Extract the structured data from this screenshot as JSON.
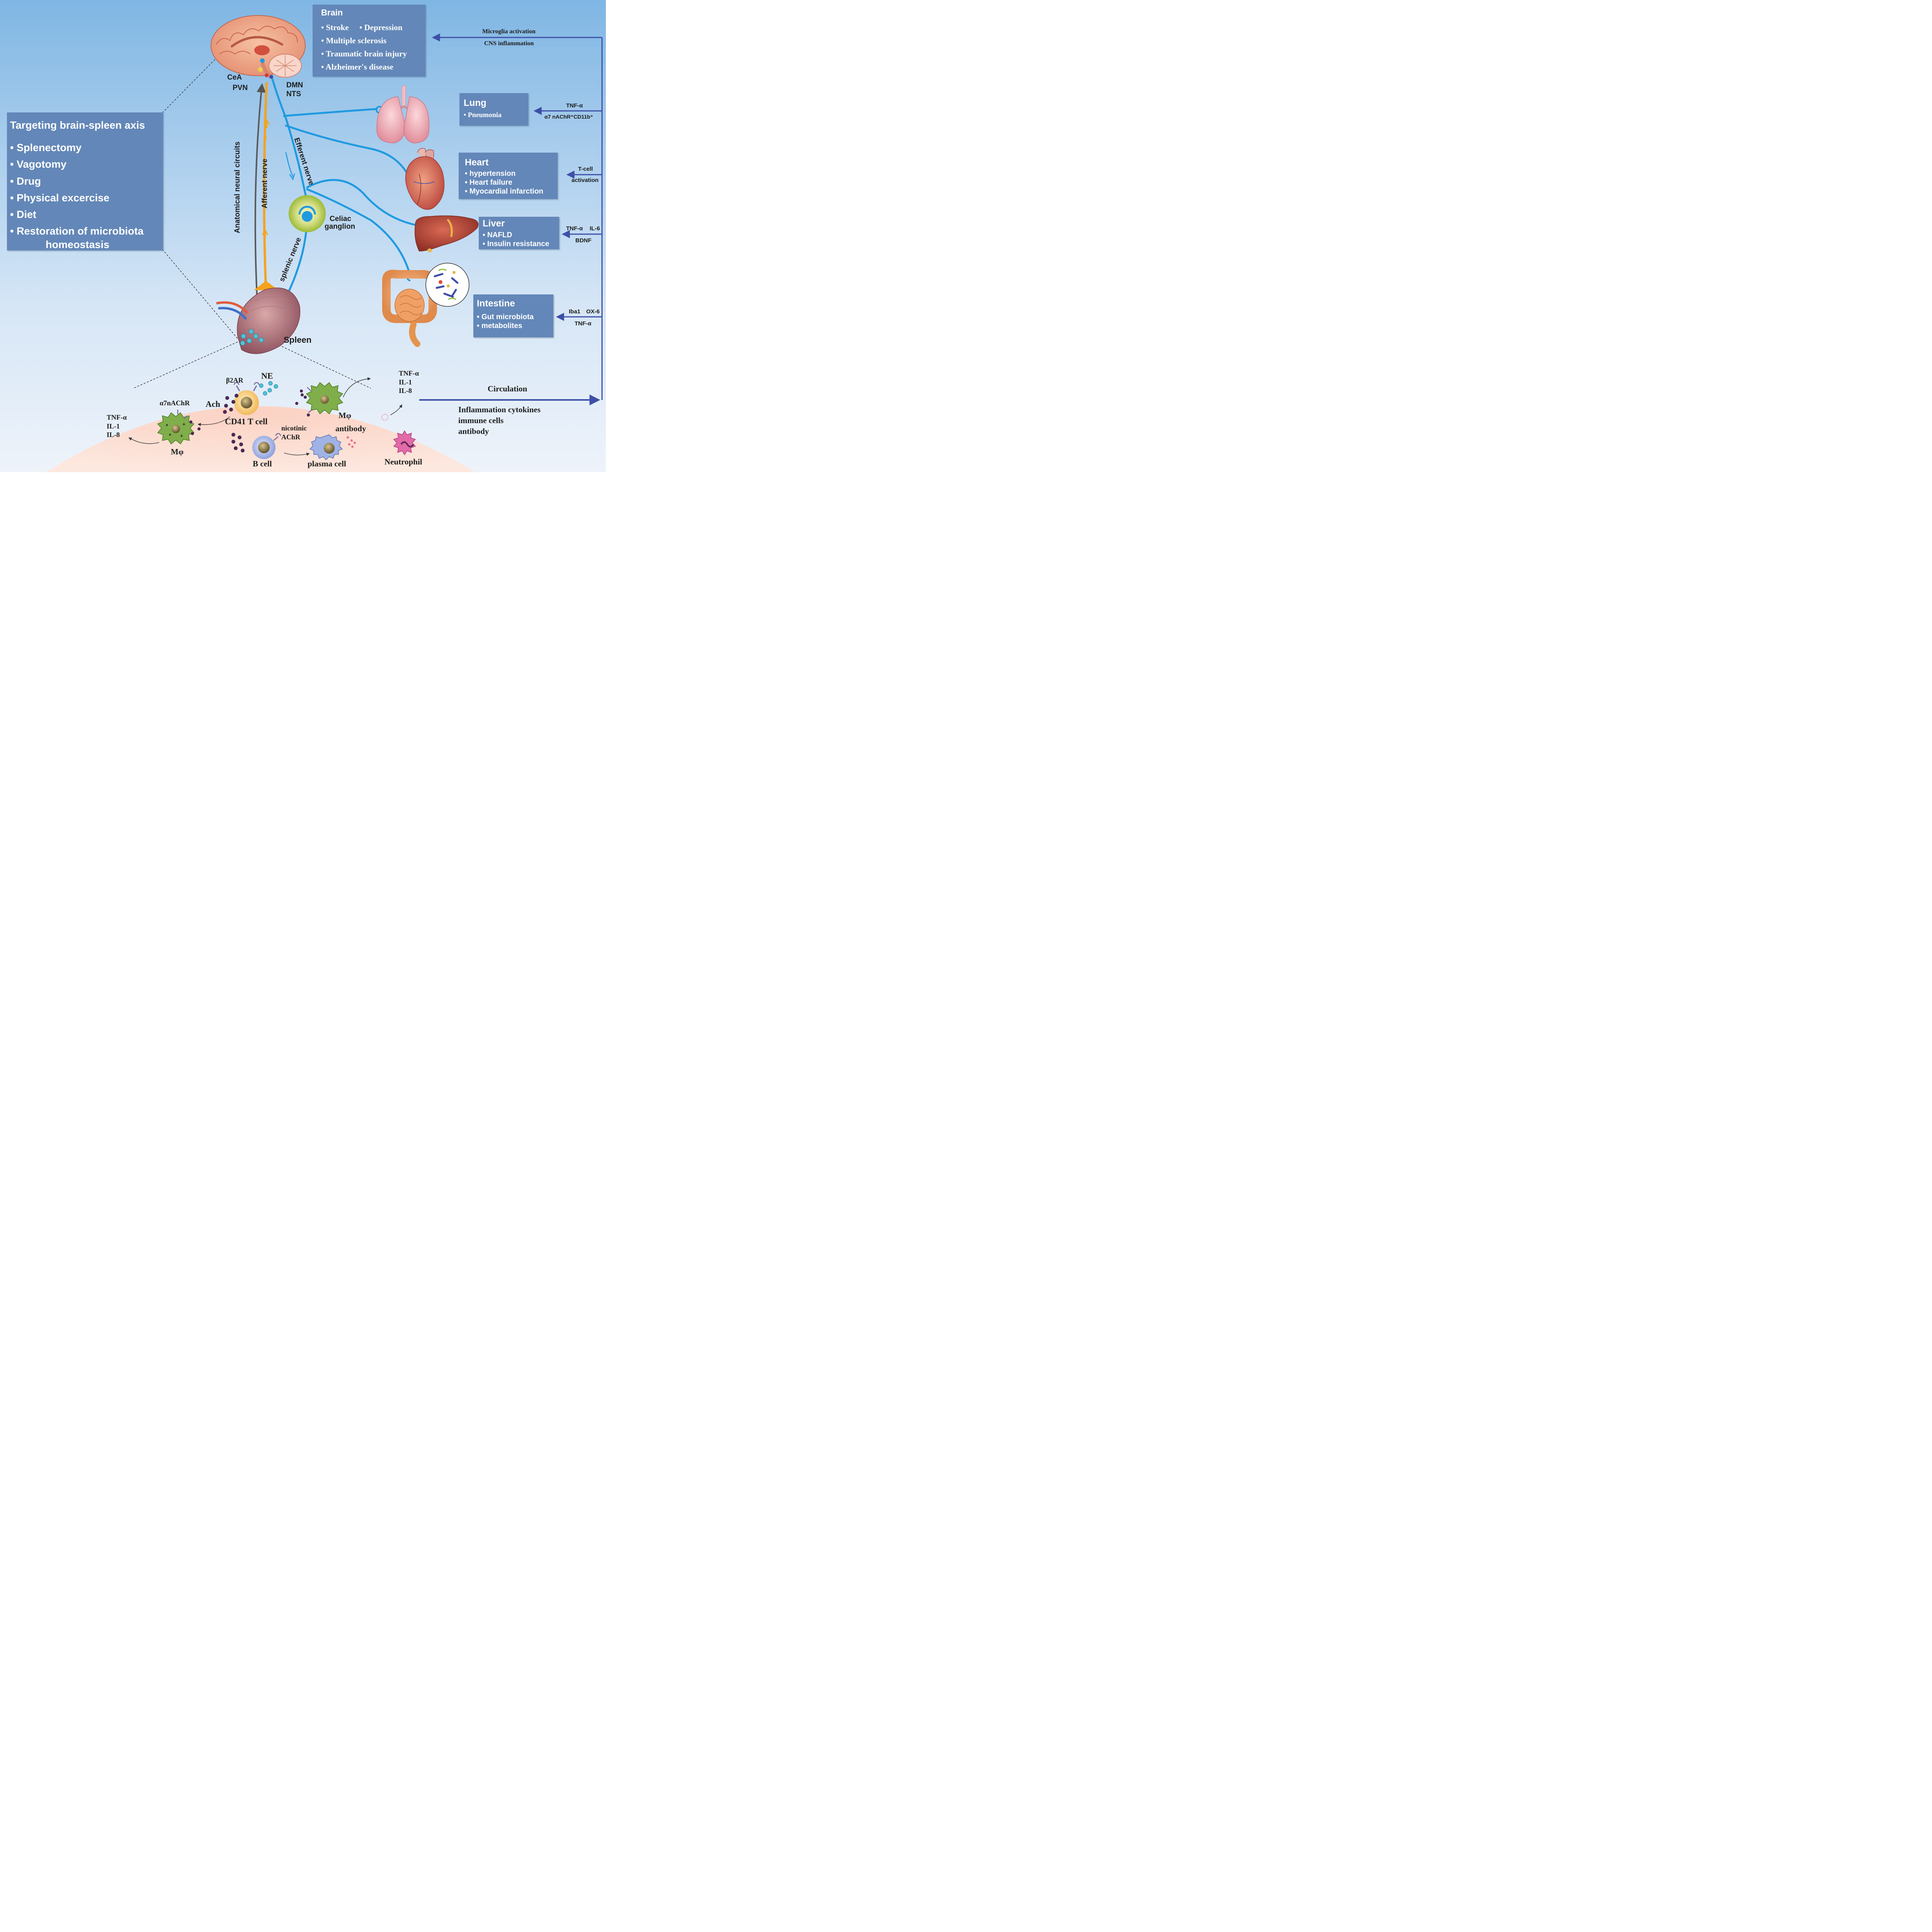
{
  "brain_box": {
    "title": "Brain",
    "items": [
      "Stroke",
      "Depression",
      "Multiple sclerosis",
      "Traumatic brain injury",
      "Alzheimer's disease"
    ]
  },
  "axis_box": {
    "title": "Targeting brain-spleen axis",
    "items": [
      "Splenectomy",
      "Vagotomy",
      "Drug",
      "Physical excercise",
      "Diet",
      "Restoration of microbiota"
    ],
    "items_cont": "homeostasis"
  },
  "lung_box": {
    "title": "Lung",
    "items": [
      "Pneumonia"
    ]
  },
  "heart_box": {
    "title": "Heart",
    "items": [
      "hypertension",
      "Heart failure",
      "Myocardial infarction"
    ]
  },
  "liver_box": {
    "title": "Liver",
    "items": [
      "NAFLD",
      "Insulin resistance"
    ]
  },
  "intestine_box": {
    "title": "Intestine",
    "items": [
      "Gut microbiota",
      "metabolites"
    ]
  },
  "feedback": {
    "brain": [
      "Microglia activation",
      "CNS inflammation"
    ],
    "lung_1": "TNF-α",
    "lung_2": "α7 nAChR⁺CD11b⁺",
    "heart_1": "T-cell",
    "heart_2": "activation",
    "liver_1": "TNF-α",
    "liver_2": "IL-6",
    "liver_3": "BDNF",
    "intestine_1": "Iba1",
    "intestine_2": "OX-6",
    "intestine_3": "TNF-α"
  },
  "brain_nuclei": {
    "cea": "CeA",
    "pvn": "PVN",
    "dmn": "DMN",
    "nts": "NTS"
  },
  "nerves": {
    "anatomical": "Anatomical neural circuits",
    "afferent": "Afferent nerve",
    "efferent": "Efferent nerve",
    "splenic": "splenic nerve",
    "celiac_1": "Celiac",
    "celiac_2": "ganglion",
    "spleen": "Spleen"
  },
  "cells": {
    "b2ar": "β2AR",
    "ne": "NE",
    "ach": "Ach",
    "tcell": "CD41 T cell",
    "a7": "α7nAChR",
    "left_cytokines": [
      "TNF-α",
      "IL-1",
      "IL-8"
    ],
    "mphi_left": "Mφ",
    "mphi_right": "Mφ",
    "antibody": "antibody",
    "right_cytokines": [
      "TNF-α",
      "IL-1",
      "IL-8"
    ],
    "nicotinic_1": "nicotinic",
    "nicotinic_2": "AChR",
    "bcell": "B cell",
    "plasma": "plasma cell",
    "neutrophil": "Neutrophil"
  },
  "circulation": {
    "title": "Circulation",
    "lines": [
      "Inflammation cytokines",
      "immune cells",
      "antibody"
    ]
  },
  "colors": {
    "box": "#6387b8",
    "efferent": "#1f9ae0",
    "afferent": "#f5a31e",
    "circuit": "#5a5a5a",
    "feedback_arrow": "#3d4fa8"
  }
}
